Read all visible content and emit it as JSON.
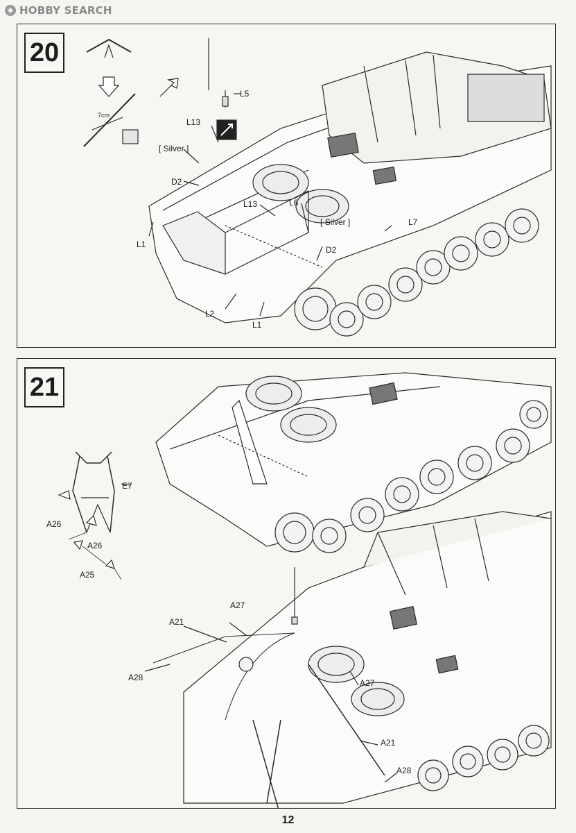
{
  "header": {
    "watermark_text": "HOBBY SEARCH"
  },
  "step20": {
    "number": "20",
    "distance_note": "7cm",
    "labels": {
      "l5": "L5",
      "l13_top": "L13",
      "silver_left": "[ Silver ]",
      "d2_left": "D2",
      "l13_mid": "L13",
      "l6": "L6",
      "silver_right": "[ Silver ]",
      "l7": "L7",
      "d2_right": "D2",
      "l1_left": "L1",
      "l2": "L2",
      "l1_bottom": "L1"
    }
  },
  "step21": {
    "number": "21",
    "labels": {
      "e7": "E7",
      "a26_left": "A26",
      "a26_right": "A26",
      "a25": "A25",
      "a27_top": "A27",
      "a21_top": "A21",
      "a28_left": "A28",
      "a27_mid": "A27",
      "a21_right": "A21",
      "a28_right": "A28"
    }
  },
  "footer": {
    "page_number": "12"
  }
}
